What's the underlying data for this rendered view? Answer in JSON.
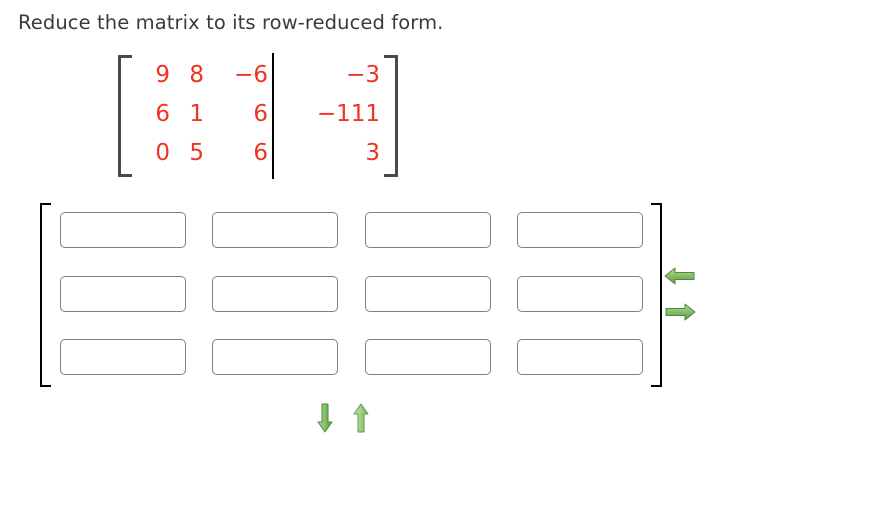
{
  "instruction": "Reduce the matrix to its row-reduced form.",
  "source_matrix": {
    "name": "augmented-matrix",
    "number_color": "#ee3322",
    "bracket_color": "#4a4a4a",
    "divider_color": "#000000",
    "augmented_after_column": 3,
    "rows": [
      [
        "9",
        "8",
        "−6",
        "−3"
      ],
      [
        "6",
        "1",
        "6",
        "−111"
      ],
      [
        "0",
        "5",
        "6",
        "3"
      ]
    ]
  },
  "answer_grid": {
    "name": "row-reduced-answer-matrix",
    "bracket_color": "#000000",
    "box_border_color": "#808080",
    "rows": 3,
    "columns": 4,
    "values": [
      [
        "",
        "",
        "",
        ""
      ],
      [
        "",
        "",
        "",
        ""
      ],
      [
        "",
        "",
        "",
        ""
      ]
    ],
    "placeholders": [
      [
        "",
        "",
        "",
        ""
      ],
      [
        "",
        "",
        "",
        ""
      ],
      [
        "",
        "",
        "",
        ""
      ]
    ]
  },
  "controls": {
    "arrow_color": "#6aa84f",
    "arrow_left": {
      "icon": "arrow-left-icon",
      "label": "←"
    },
    "arrow_right": {
      "icon": "arrow-right-icon",
      "label": "→"
    },
    "arrow_down": {
      "icon": "arrow-down-icon",
      "label": "↓"
    },
    "arrow_up": {
      "icon": "arrow-up-icon",
      "label": "↑"
    }
  }
}
